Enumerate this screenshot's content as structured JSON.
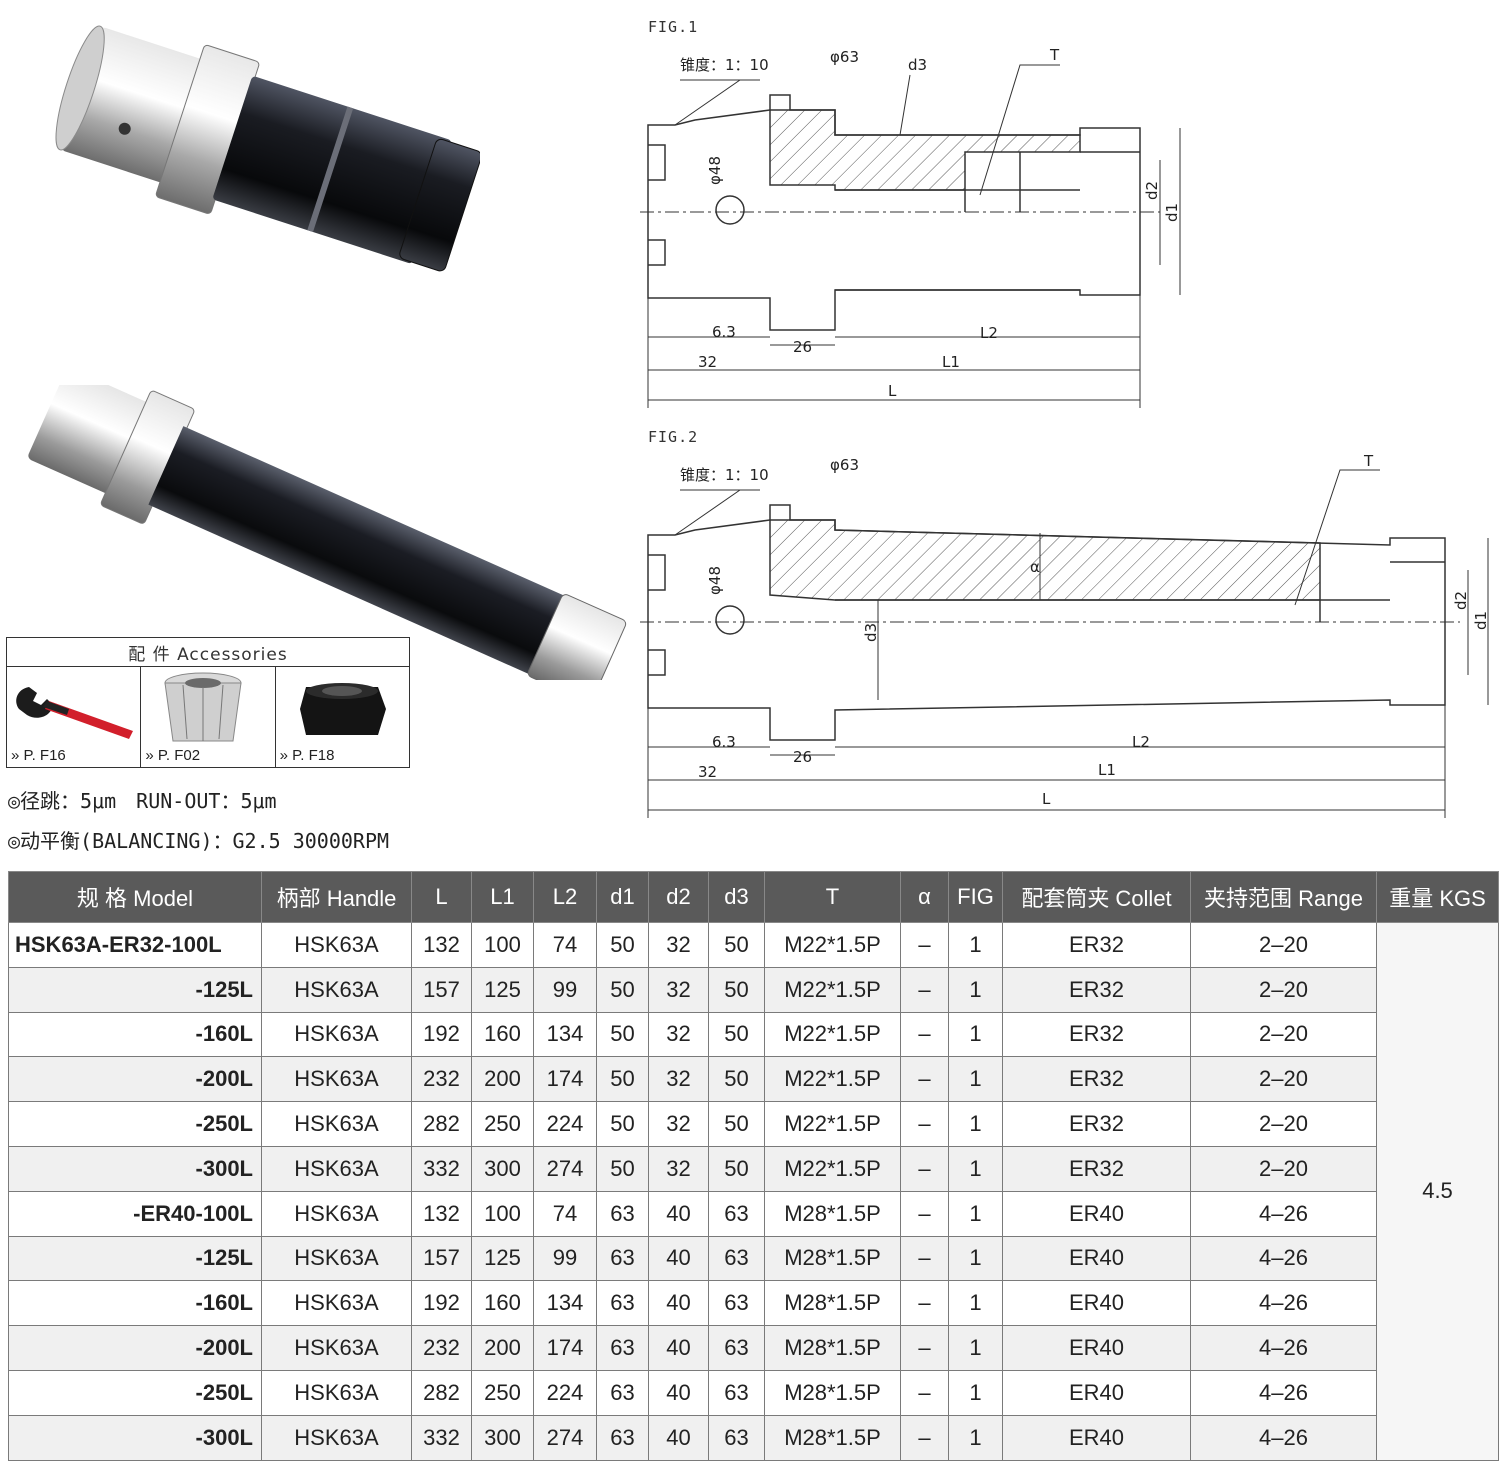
{
  "accessories": {
    "header": "配 件 Accessories",
    "items": [
      {
        "ref": "» P. F16",
        "icon": "wrench-icon"
      },
      {
        "ref": "» P. F02",
        "icon": "collet-icon"
      },
      {
        "ref": "» P. F18",
        "icon": "nut-icon"
      }
    ]
  },
  "specs": {
    "runout": "◎径跳：5μm　RUN-OUT：5μm",
    "balancing": "◎动平衡(BALANCING)：G2.5 30000RPM"
  },
  "fig1": {
    "label": "FIG.1",
    "taper": "锥度：1：10",
    "dims": {
      "phi63": "φ63",
      "d3": "d3",
      "T": "T",
      "phi48": "φ48",
      "d2": "d2",
      "d1": "d1",
      "d63": "6.3",
      "d26": "26",
      "d32": "32",
      "L2": "L2",
      "L1": "L1",
      "L": "L"
    }
  },
  "fig2": {
    "label": "FIG.2",
    "taper": "锥度：1：10",
    "dims": {
      "phi63": "φ63",
      "T": "T",
      "alpha": "α",
      "phi48": "φ48",
      "d3": "d3",
      "d2": "d2",
      "d1": "d1",
      "d63": "6.3",
      "d26": "26",
      "d32": "32",
      "L2": "L2",
      "L1": "L1",
      "L": "L"
    }
  },
  "table": {
    "headers": [
      "规 格 Model",
      "柄部 Handle",
      "L",
      "L1",
      "L2",
      "d1",
      "d2",
      "d3",
      "T",
      "α",
      "FIG",
      "配套筒夹 Collet",
      "夹持范围 Range",
      "重量 KGS"
    ],
    "rows": [
      [
        "HSK63A-ER32-100L",
        "HSK63A",
        "132",
        "100",
        "74",
        "50",
        "32",
        "50",
        "M22*1.5P",
        "–",
        "1",
        "ER32",
        "2–20"
      ],
      [
        "-125L",
        "HSK63A",
        "157",
        "125",
        "99",
        "50",
        "32",
        "50",
        "M22*1.5P",
        "–",
        "1",
        "ER32",
        "2–20"
      ],
      [
        "-160L",
        "HSK63A",
        "192",
        "160",
        "134",
        "50",
        "32",
        "50",
        "M22*1.5P",
        "–",
        "1",
        "ER32",
        "2–20"
      ],
      [
        "-200L",
        "HSK63A",
        "232",
        "200",
        "174",
        "50",
        "32",
        "50",
        "M22*1.5P",
        "–",
        "1",
        "ER32",
        "2–20"
      ],
      [
        "-250L",
        "HSK63A",
        "282",
        "250",
        "224",
        "50",
        "32",
        "50",
        "M22*1.5P",
        "–",
        "1",
        "ER32",
        "2–20"
      ],
      [
        "-300L",
        "HSK63A",
        "332",
        "300",
        "274",
        "50",
        "32",
        "50",
        "M22*1.5P",
        "–",
        "1",
        "ER32",
        "2–20"
      ],
      [
        "-ER40-100L",
        "HSK63A",
        "132",
        "100",
        "74",
        "63",
        "40",
        "63",
        "M28*1.5P",
        "–",
        "1",
        "ER40",
        "4–26"
      ],
      [
        "-125L",
        "HSK63A",
        "157",
        "125",
        "99",
        "63",
        "40",
        "63",
        "M28*1.5P",
        "–",
        "1",
        "ER40",
        "4–26"
      ],
      [
        "-160L",
        "HSK63A",
        "192",
        "160",
        "134",
        "63",
        "40",
        "63",
        "M28*1.5P",
        "–",
        "1",
        "ER40",
        "4–26"
      ],
      [
        "-200L",
        "HSK63A",
        "232",
        "200",
        "174",
        "63",
        "40",
        "63",
        "M28*1.5P",
        "–",
        "1",
        "ER40",
        "4–26"
      ],
      [
        "-250L",
        "HSK63A",
        "282",
        "250",
        "224",
        "63",
        "40",
        "63",
        "M28*1.5P",
        "–",
        "1",
        "ER40",
        "4–26"
      ],
      [
        "-300L",
        "HSK63A",
        "332",
        "300",
        "274",
        "63",
        "40",
        "63",
        "M28*1.5P",
        "–",
        "1",
        "ER40",
        "4–26"
      ]
    ],
    "weight": "4.5"
  }
}
